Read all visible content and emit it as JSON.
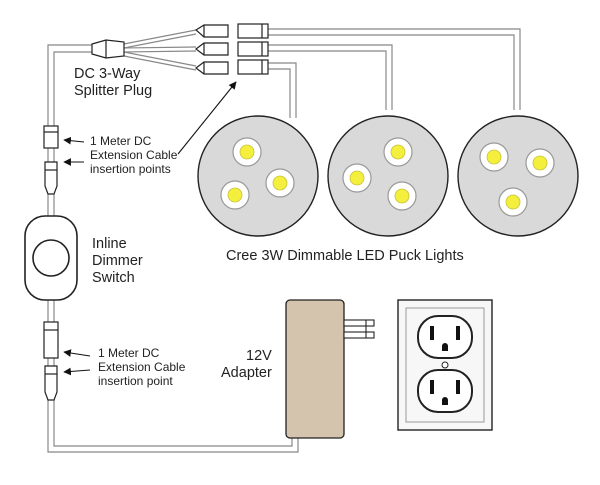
{
  "labels": {
    "splitter": [
      "DC 3-Way",
      "Splitter Plug"
    ],
    "ext_cable_top": [
      "1 Meter DC",
      "Extension Cable",
      "insertion points"
    ],
    "dimmer": [
      "Inline",
      "Dimmer",
      "Switch"
    ],
    "puck_lights": "Cree 3W Dimmable LED Puck Lights",
    "ext_cable_bottom": [
      "1 Meter DC",
      "Extension Cable",
      "insertion point"
    ],
    "adapter": [
      "12V",
      "Adapter"
    ]
  },
  "colors": {
    "wire": "#888888",
    "puck_fill": "#d9d9d9",
    "led_yellow": "#f4ee3c",
    "adapter_fill": "#d4c3ad",
    "outlet_face": "#f7f7f7",
    "outline": "#222222"
  },
  "icons": [
    "splitter-plug-icon",
    "connector-icon",
    "dimmer-switch-icon",
    "led-puck-light-icon",
    "power-adapter-icon",
    "wall-outlet-icon"
  ]
}
